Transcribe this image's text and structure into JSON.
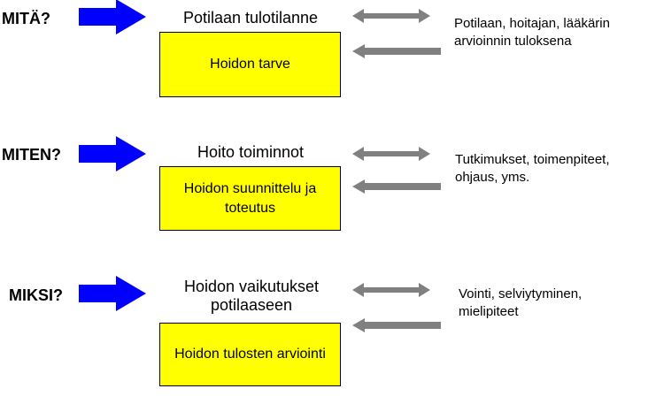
{
  "sections": [
    {
      "question": "MITÄ?",
      "title": "Potilaan tulotilanne",
      "box": "Hoidon tarve",
      "note": "Potilaan, hoitajan, lääkärin arvioinnin tuloksena"
    },
    {
      "question": "MITEN?",
      "title": "Hoito toiminnot",
      "box": "Hoidon suunnittelu ja toteutus",
      "note": "Tutkimukset, toimenpiteet, ohjaus, yms."
    },
    {
      "question": "MIKSI?",
      "title": "Hoidon vaikutukset potilaaseen",
      "box": "Hoidon tulosten arviointi",
      "note": "Vointi, selviytyminen, mielipiteet"
    }
  ],
  "colors": {
    "question_arrow": "#0000ff",
    "box_fill": "#ffff00",
    "gray_arrow": "#808080"
  }
}
